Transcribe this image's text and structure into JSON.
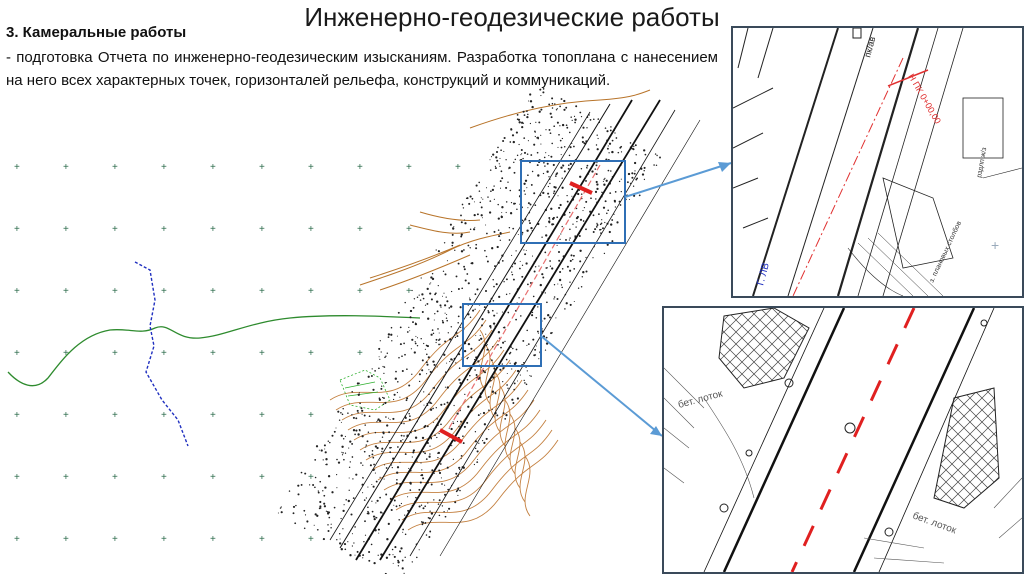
{
  "slide": {
    "title": "Инженерно-геодезические работы",
    "section_heading": "3. Камеральные работы",
    "body_text": "- подготовка Отчета по инженерно-геодезическим изысканиям. Разработка топоплана с нанесением на него всех характерных точек, горизонталей рельефа, конструкций и коммуникаций."
  },
  "detail_top": {
    "road_label": "пк/ав",
    "station_label": "Н ПК 0+00,00",
    "marker_label": "Г. ЛВ",
    "building_label": "рздлп ж/з",
    "note_label": "з. плановых столбов"
  },
  "detail_bottom": {
    "tray_label_1": "бет. лоток",
    "tray_label_2": "бет. лоток"
  },
  "colors": {
    "highlight_box": "#2f6fb5",
    "callout_line": "#5b9bd5",
    "axis_red": "#e02020",
    "contour_brown": "#b8742a",
    "ravine_green": "#2e8b2e",
    "survey_blue": "#2030c0"
  }
}
